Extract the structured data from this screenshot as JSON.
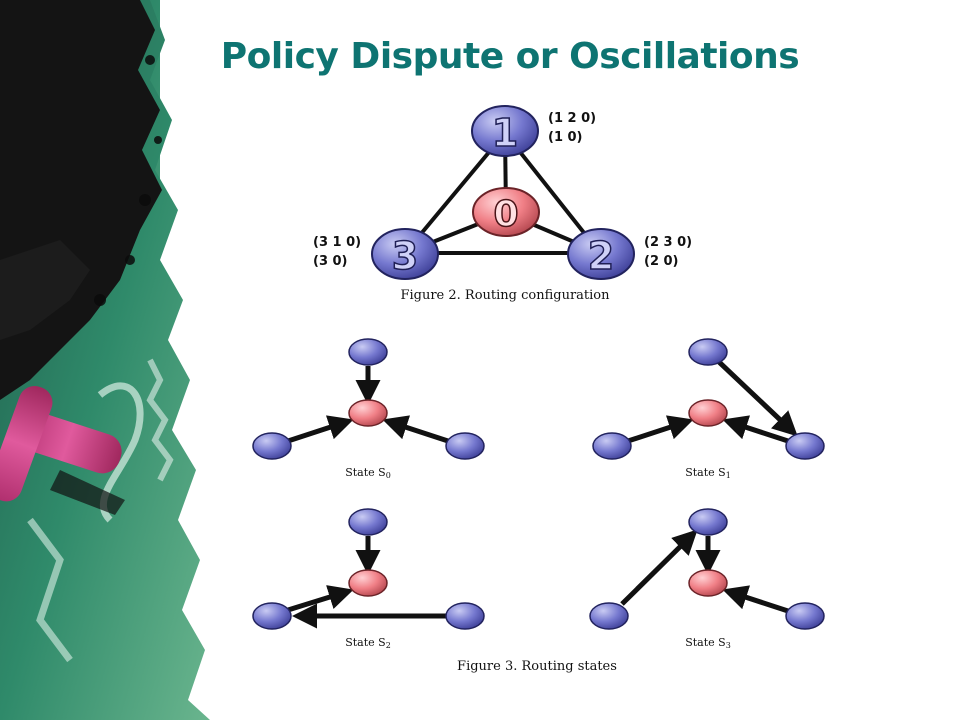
{
  "slide": {
    "title": "Policy Dispute or Oscillations"
  },
  "figure2": {
    "caption": "Figure 2. Routing configuration",
    "nodes": [
      {
        "id": "node-1",
        "label": "1",
        "paths": [
          "(1 2 0)",
          "(1 0)"
        ]
      },
      {
        "id": "node-0",
        "label": "0",
        "paths": []
      },
      {
        "id": "node-2",
        "label": "2",
        "paths": [
          "(2 3 0)",
          "(2 0)"
        ]
      },
      {
        "id": "node-3",
        "label": "3",
        "paths": [
          "(3 1 0)",
          "(3 0)"
        ]
      }
    ]
  },
  "figure3": {
    "caption": "Figure 3. Routing states",
    "states": [
      {
        "name": "State S",
        "sub": "0"
      },
      {
        "name": "State S",
        "sub": "1"
      },
      {
        "name": "State S",
        "sub": "2"
      },
      {
        "name": "State S",
        "sub": "3"
      }
    ]
  },
  "colors": {
    "title": "#0e7472",
    "blue_node": "#6f72c9",
    "red_node": "#f07f86",
    "edge": "#111111"
  }
}
